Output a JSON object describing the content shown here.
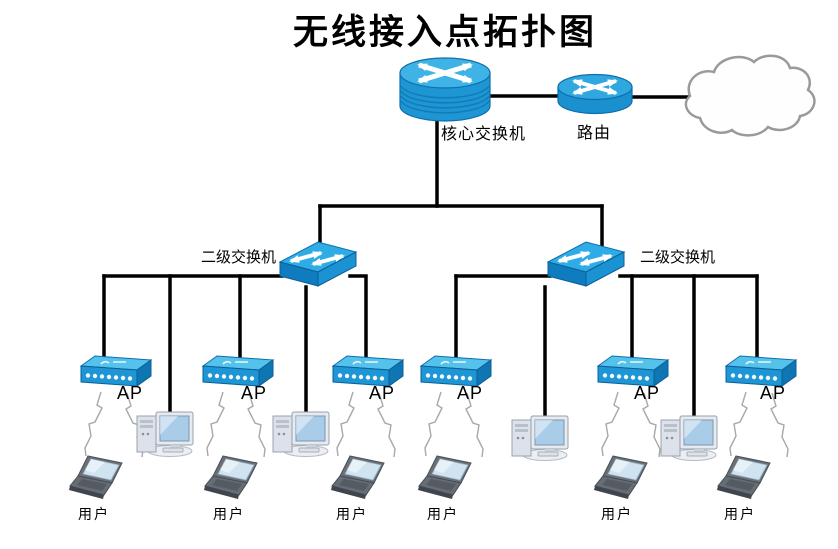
{
  "title": "无线接入点拓扑图",
  "devices": {
    "core_switch": "核心交换机",
    "router": "路由",
    "secondary_switches": [
      "二级交换机",
      "二级交换机"
    ],
    "access_points": [
      "AP",
      "AP",
      "AP",
      "AP",
      "AP",
      "AP"
    ],
    "users": [
      "用户",
      "用户",
      "用户",
      "用户",
      "用户",
      "用户"
    ]
  },
  "icons": {
    "core_switch": "multilayer-switch-cylinder-icon",
    "router": "router-cylinder-icon",
    "secondary_switch": "workgroup-switch-icon",
    "access_point": "wireless-ap-box-icon",
    "wired_client": "desktop-pc-icon",
    "wireless_client": "laptop-icon",
    "internet": "cloud-icon",
    "wireless_signal": "zigzag-wave-icon"
  },
  "colors": {
    "link_line": "#000000",
    "device_blue": "#1e96d4",
    "device_blue_light": "#4fc0ea",
    "device_blue_dark": "#0f76b4",
    "arrow_white": "#ffffff",
    "wireless_wave_gray": "#a8a8a8",
    "cloud_fill": "#fefefe",
    "cloud_stroke": "#9a9a9a",
    "screen_blue": "#a9cce9",
    "background": "#ffffff"
  }
}
